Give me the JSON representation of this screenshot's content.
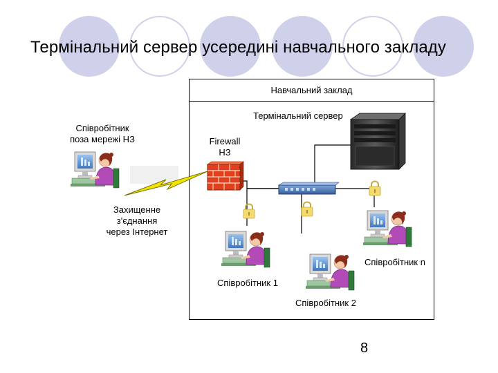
{
  "slide": {
    "title": "Термінальний сервер усередині навчального закладу",
    "page_number": "8"
  },
  "diagram": {
    "institution_label": "Навчальний заклад",
    "server_label": "Термінальний сервер",
    "firewall_label": "Firewall\nНЗ",
    "remote_employee_label": "Співробітник\nпоза мережі НЗ",
    "connection_label": "Захищенне\nз'єднання\nчерез Інтернет",
    "employee_1_label": "Співробітник 1",
    "employee_2_label": "Співробітник 2",
    "employee_n_label": "Співробітник n"
  },
  "colors": {
    "circle_fill": "#cfd0ea",
    "firewall_brick": "#e0401c",
    "lightning": "#f2e300",
    "lock": "#f3db70",
    "employee_shirt": "#b24bb8",
    "monitor_screen": "#4e86c8"
  }
}
